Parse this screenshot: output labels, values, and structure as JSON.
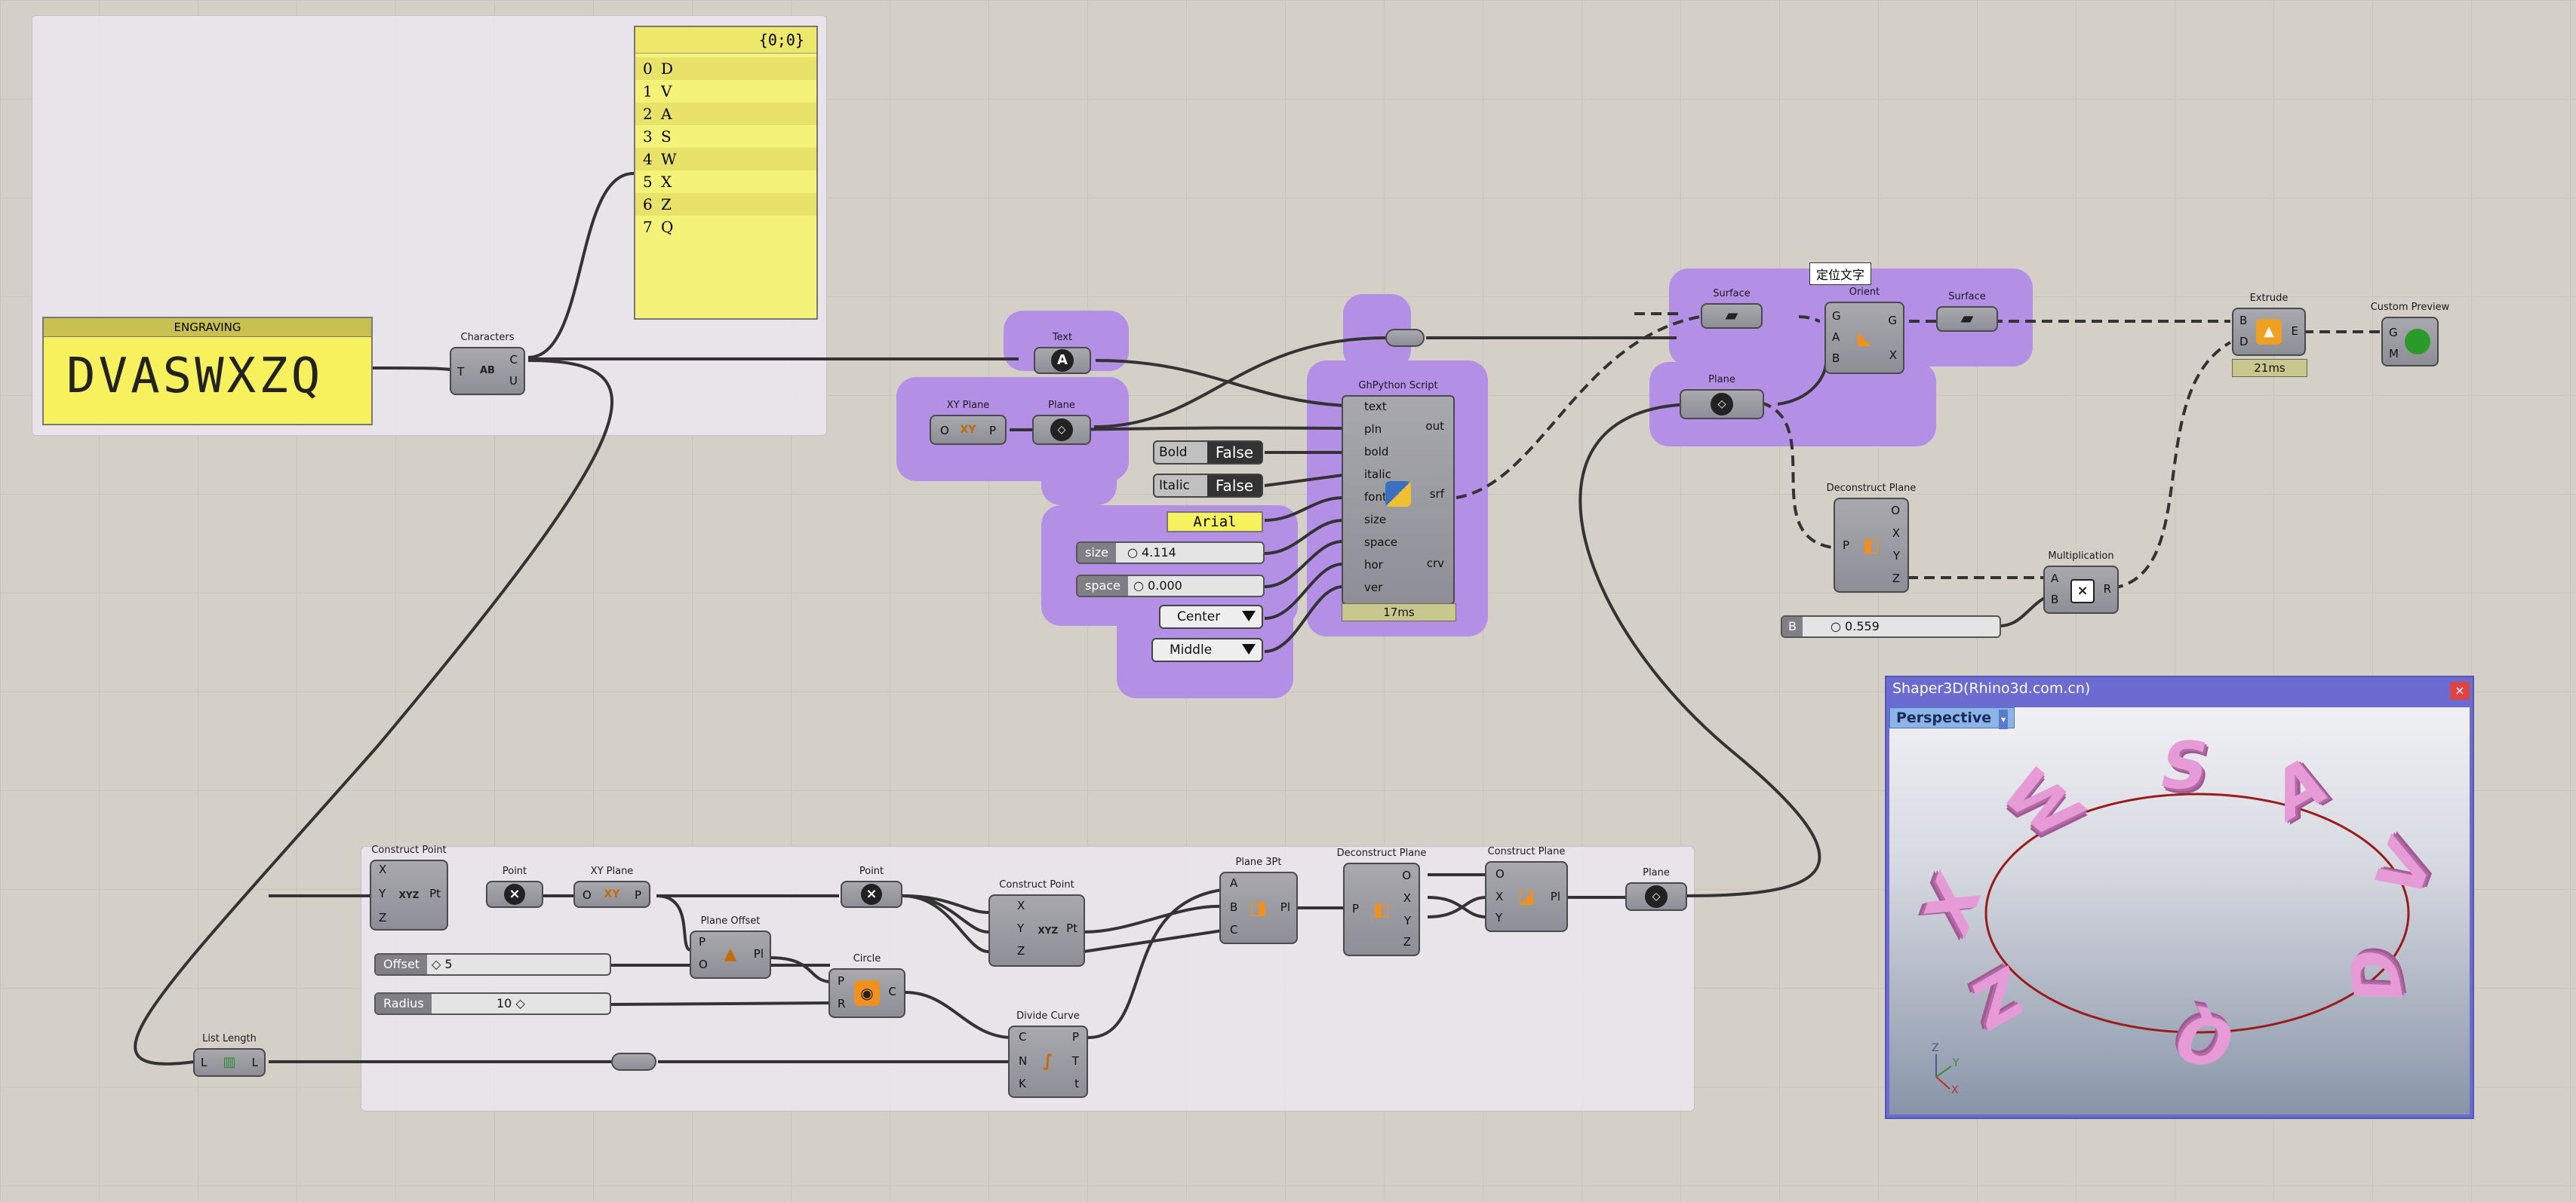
{
  "text_data": {
    "engraving_panel": {
      "title": "ENGRAVING",
      "text": "DVASWXZQ"
    },
    "characters_node": {
      "title": "Characters",
      "in": "T",
      "out": [
        "C",
        "U"
      ]
    },
    "list_panel": {
      "header": "{0;0}",
      "items": [
        {
          "idx": "0",
          "val": "D"
        },
        {
          "idx": "1",
          "val": "V"
        },
        {
          "idx": "2",
          "val": "A"
        },
        {
          "idx": "3",
          "val": "S"
        },
        {
          "idx": "4",
          "val": "W"
        },
        {
          "idx": "5",
          "val": "X"
        },
        {
          "idx": "6",
          "val": "Z"
        },
        {
          "idx": "7",
          "val": "Q"
        }
      ]
    },
    "text_param": {
      "title": "Text",
      "icon": "A"
    },
    "xy_plane_top": {
      "title": "XY Plane",
      "in": "O",
      "out": "P",
      "icon": "XY"
    },
    "plane_param_top": {
      "title": "Plane"
    },
    "toggles": [
      {
        "label": "Bold",
        "value": "False"
      },
      {
        "label": "Italic",
        "value": "False"
      }
    ],
    "font_panel": "Arial",
    "size_slider": {
      "label": "size",
      "value": "4.114"
    },
    "space_slider": {
      "label": "space",
      "value": "0.000"
    },
    "hor_dropdown": "Center",
    "ver_dropdown": "Middle",
    "python_node": {
      "title": "GhPython Script",
      "inputs": [
        "text",
        "pln",
        "bold",
        "italic",
        "font",
        "size",
        "space",
        "hor",
        "ver"
      ],
      "outputs": [
        "out",
        "srf",
        "crv"
      ],
      "timer": "17ms"
    },
    "group_label": "定位文字",
    "surface_1": {
      "title": "Surface"
    },
    "orient_node": {
      "title": "Orient",
      "inputs": [
        "G",
        "A",
        "B"
      ],
      "outputs": [
        "G",
        "X"
      ]
    },
    "surface_2": {
      "title": "Surface"
    },
    "plane_param_right": {
      "title": "Plane"
    },
    "extrude_node": {
      "title": "Extrude",
      "inputs": [
        "B",
        "D"
      ],
      "outputs": [
        "E"
      ],
      "timer": "21ms"
    },
    "custom_preview": {
      "title": "Custom Preview",
      "inputs": [
        "G",
        "M"
      ]
    },
    "deconstruct_plane_right": {
      "title": "Deconstruct Plane",
      "in": "P",
      "outputs": [
        "O",
        "X",
        "Y",
        "Z"
      ]
    },
    "multiplication": {
      "title": "Multiplication",
      "inputs": [
        "A",
        "B"
      ],
      "outputs": [
        "R"
      ]
    },
    "b_slider": {
      "label": "B",
      "value": "0.559"
    },
    "bottom_group": {
      "construct_point_1": {
        "title": "Construct Point",
        "inputs": [
          "X",
          "Y",
          "Z"
        ],
        "outputs": [
          "Pt"
        ],
        "icon": "XYZ"
      },
      "point_1": {
        "title": "Point"
      },
      "xy_plane_2": {
        "title": "XY Plane",
        "in": "O",
        "out": "P",
        "icon": "XY"
      },
      "point_2": {
        "title": "Point"
      },
      "construct_point_2": {
        "title": "Construct Point",
        "inputs": [
          "X",
          "Y",
          "Z"
        ],
        "outputs": [
          "Pt"
        ],
        "icon": "XYZ"
      },
      "plane_3pt": {
        "title": "Plane 3Pt",
        "inputs": [
          "A",
          "B",
          "C"
        ],
        "outputs": [
          "Pl"
        ]
      },
      "deconstruct_plane": {
        "title": "Deconstruct Plane",
        "in": "P",
        "outputs": [
          "O",
          "X",
          "Y",
          "Z"
        ]
      },
      "construct_plane": {
        "title": "Construct Plane",
        "inputs": [
          "O",
          "X",
          "Y"
        ],
        "outputs": [
          "Pl"
        ]
      },
      "plane_param": {
        "title": "Plane"
      },
      "plane_offset": {
        "title": "Plane Offset",
        "inputs": [
          "P",
          "O"
        ],
        "outputs": [
          "Pl"
        ]
      },
      "offset_slider": {
        "label": "Offset",
        "value": "5"
      },
      "radius_slider": {
        "label": "Radius",
        "value": "10"
      },
      "circle": {
        "title": "Circle",
        "inputs": [
          "P",
          "R"
        ],
        "outputs": [
          "C"
        ]
      },
      "divide_curve": {
        "title": "Divide Curve",
        "inputs": [
          "C",
          "N",
          "K"
        ],
        "outputs": [
          "P",
          "T",
          "t"
        ]
      }
    },
    "list_length": {
      "title": "List Length",
      "in": "L",
      "out": "L"
    },
    "viewport": {
      "title": "Shaper3D(Rhino3d.com.cn)",
      "view_name": "Perspective",
      "close": "×",
      "axes": [
        "Z",
        "Y",
        "X"
      ],
      "ring_letters": [
        "S",
        "A",
        "V",
        "D",
        "Q",
        "Z",
        "X",
        "W"
      ]
    }
  },
  "colors": {
    "canvas": "#d4d0c8",
    "blob": "#b38fe6",
    "panel": "#f5f27a",
    "viewport_frame": "#6b6bd1",
    "letter": "#e79bd6",
    "ring": "#9b1b1b"
  }
}
